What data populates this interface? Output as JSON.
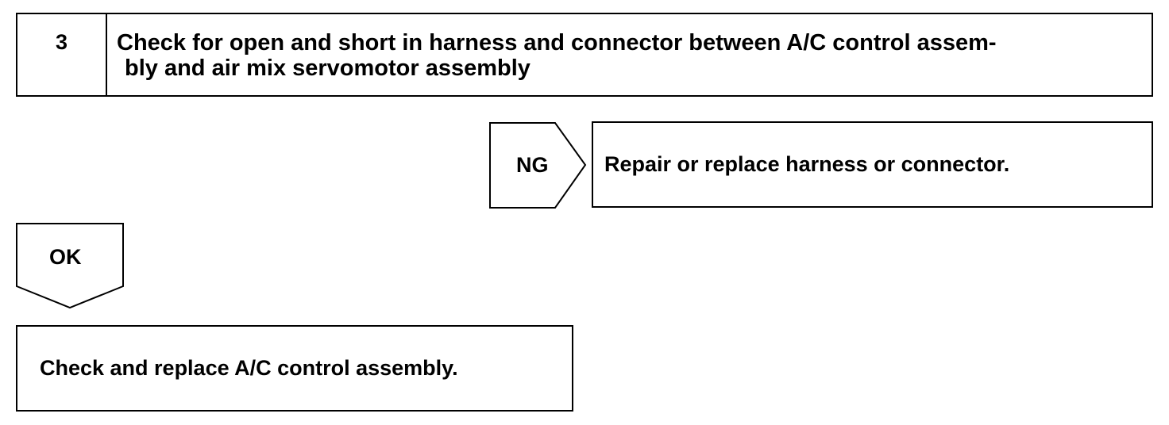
{
  "step": {
    "number": "3",
    "title_line_1": "Check for open and short in harness and connector between A/C control assem-",
    "title_line_2": "bly and air mix servomotor assembly"
  },
  "ng_branch": {
    "label": "NG",
    "action": "Repair or replace harness or connector."
  },
  "ok_branch": {
    "label": "OK",
    "action": "Check and replace A/C control assembly."
  },
  "colors": {
    "line": "#000000",
    "background": "#ffffff"
  }
}
